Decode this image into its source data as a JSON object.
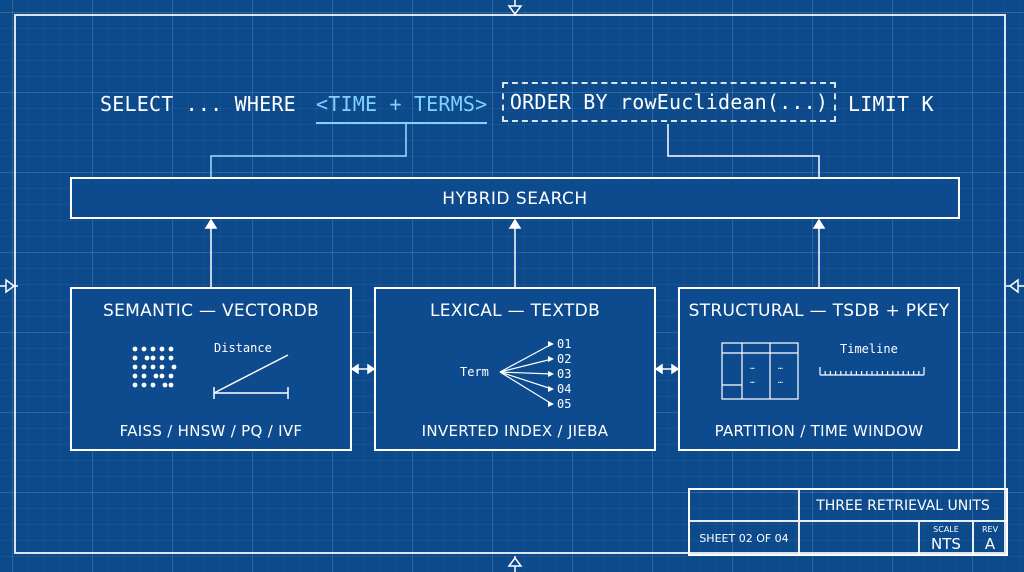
{
  "query": {
    "select_where": "SELECT ... WHERE ",
    "time_terms": "<TIME + TERMS>",
    "order_by": "ORDER BY rowEuclidean(...)",
    "limit": "LIMIT K"
  },
  "hybrid": {
    "label": "HYBRID SEARCH"
  },
  "panels": [
    {
      "title": "SEMANTIC — VECTORDB",
      "footer": "FAISS / HNSW / PQ / IVF",
      "diagram_label": "Distance"
    },
    {
      "title": "LEXICAL — TEXTDB",
      "footer": "INVERTED INDEX / JIEBA",
      "diagram_label": "Term",
      "postings": [
        "01",
        "02",
        "03",
        "04",
        "05"
      ]
    },
    {
      "title": "STRUCTURAL — TSDB + PKEY",
      "footer": "PARTITION / TIME WINDOW",
      "diagram_label": "Timeline"
    }
  ],
  "title_block": {
    "title": "THREE RETRIEVAL UNITS",
    "sheet": "SHEET 02 OF 04",
    "scale_label": "SCALE",
    "scale_value": "NTS",
    "rev_label": "REV",
    "rev_value": "A"
  },
  "colors": {
    "background": "#0c4a8c",
    "line": "#ffffff",
    "accent": "#7fd3ff"
  }
}
